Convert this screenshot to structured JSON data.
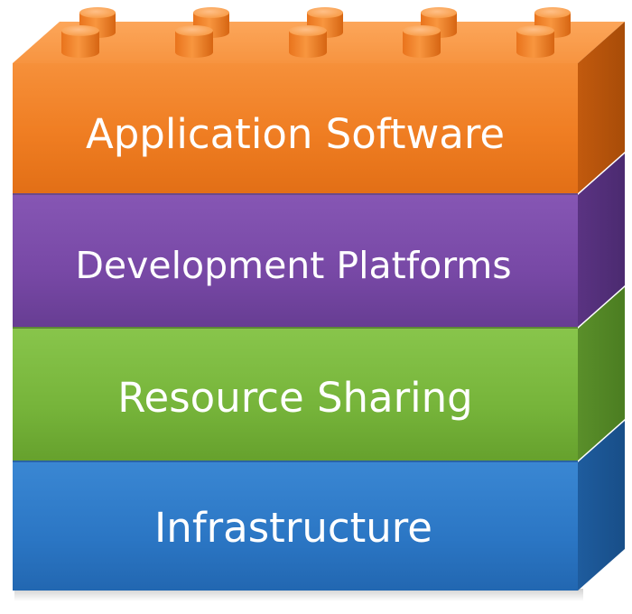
{
  "layers": [
    {
      "id": "application-software",
      "label": "Application Software",
      "color": "#F07E24"
    },
    {
      "id": "development-platforms",
      "label": "Development Platforms",
      "color": "#7A4BA6"
    },
    {
      "id": "resource-sharing",
      "label": "Resource Sharing",
      "color": "#7AB93C"
    },
    {
      "id": "infrastructure",
      "label": "Infrastructure",
      "color": "#2C79C7"
    }
  ]
}
